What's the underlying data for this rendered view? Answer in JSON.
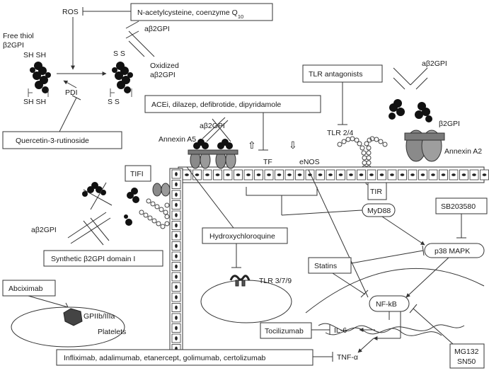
{
  "labels": {
    "ros": "ROS",
    "nac_main": "N-acetylcysteine, coenzyme Q",
    "nac_sub": "10",
    "free_thiol_1": "Free thiol",
    "free_thiol_2": "β2GPI",
    "sh_top": "SH  SH",
    "sh_bottom": "SH    SH",
    "pdi": "PDI",
    "ab2gpi_top": "aβ2GPI",
    "s_top": "S  S",
    "s_bottom": "S    S",
    "oxidized_1": "Oxidized",
    "oxidized_2": "aβ2GPI",
    "quercetin": "Quercetin-3-rutinoside",
    "acei": "ACEi, dilazep, defibrotide, dipyridamole",
    "annexin_a5": "Annexin A5",
    "ab2gpi_a5": "aβ2GPI",
    "tf": "TF",
    "enos": "eNOS",
    "tlr_antagonists": "TLR antagonists",
    "tlr24": "TLR 2/4",
    "ab2gpi_right": "aβ2GPI",
    "b2gpi_right": "β2GPI",
    "annexin_a2": "Annexin A2",
    "tir": "TIR",
    "myd88": "MyD88",
    "sb203580": "SB203580",
    "tifi": "TIFI",
    "ab2gpi_left": "aβ2GPI",
    "synthetic": "Synthetic β2GPI domain I",
    "hcq": "Hydroxychloroquine",
    "tlr379": "TLR 3/7/9",
    "statins": "Statins",
    "p38": "p38 MAPK",
    "abciximab": "Abciximab",
    "gp": "GPIIb/IIIa",
    "platelets": "Platelets",
    "nfkb": "NF-kB",
    "tocilizumab": "Tocilizumab",
    "il6": "IL-6",
    "mg132_1": "MG132",
    "mg132_2": "SN50",
    "infliximab": "Infliximab, adalimumab, etanercept, golimumab, certolizumab",
    "tnfa": "TNF-α",
    "up_arrow": "⇧",
    "down_arrow": "⇩"
  }
}
